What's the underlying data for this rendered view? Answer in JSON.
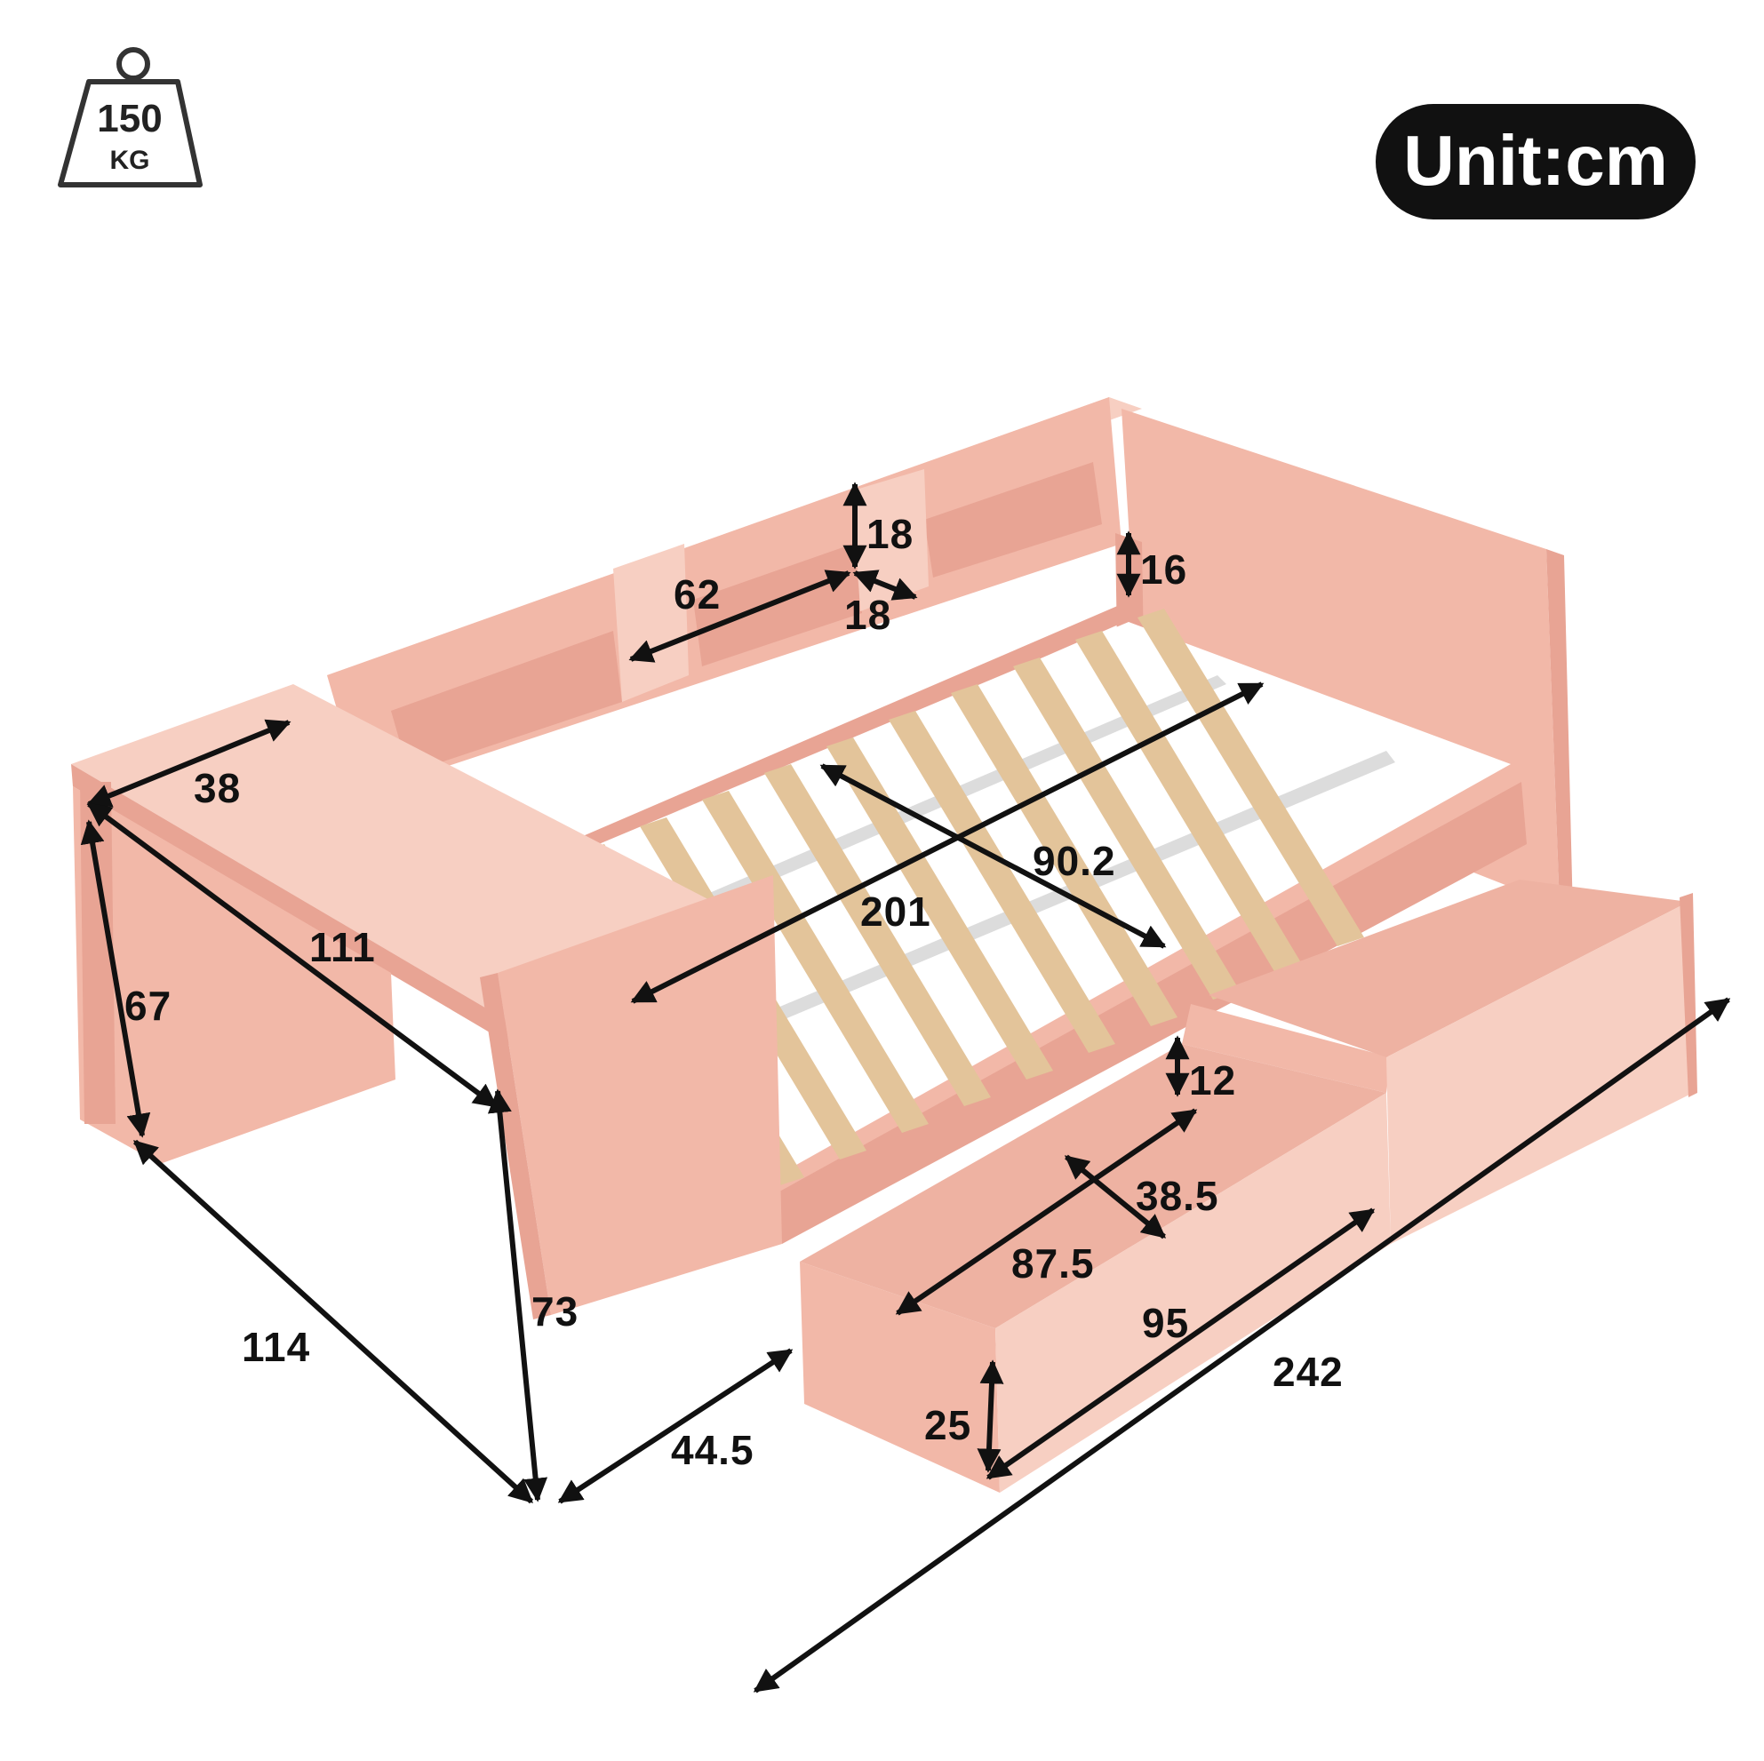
{
  "badge": {
    "unit_label": "Unit:cm"
  },
  "weight": {
    "value": "150",
    "unit": "KG"
  },
  "dimensions": {
    "shelf_height": "18",
    "shelf_depth": "18",
    "shelf_width": "62",
    "headboard_gap": "16",
    "desk_depth": "38",
    "desk_length": "111",
    "desk_height": "67",
    "mattress_width": "90.2",
    "mattress_length": "201",
    "overall_height": "73",
    "overall_width": "114",
    "leg_width": "44.5",
    "drawer_height_inner": "12",
    "drawer_depth": "38.5",
    "drawer_inner_length": "87.5",
    "drawer_length": "95",
    "drawer_height": "25",
    "overall_length": "242"
  },
  "colors": {
    "bed_pink": "#f2b8a8",
    "bed_shade": "#e8a494",
    "bed_light": "#f7cfc2",
    "slat_wood": "#e3c49a",
    "badge_bg": "#111111",
    "arrow": "#111111"
  }
}
